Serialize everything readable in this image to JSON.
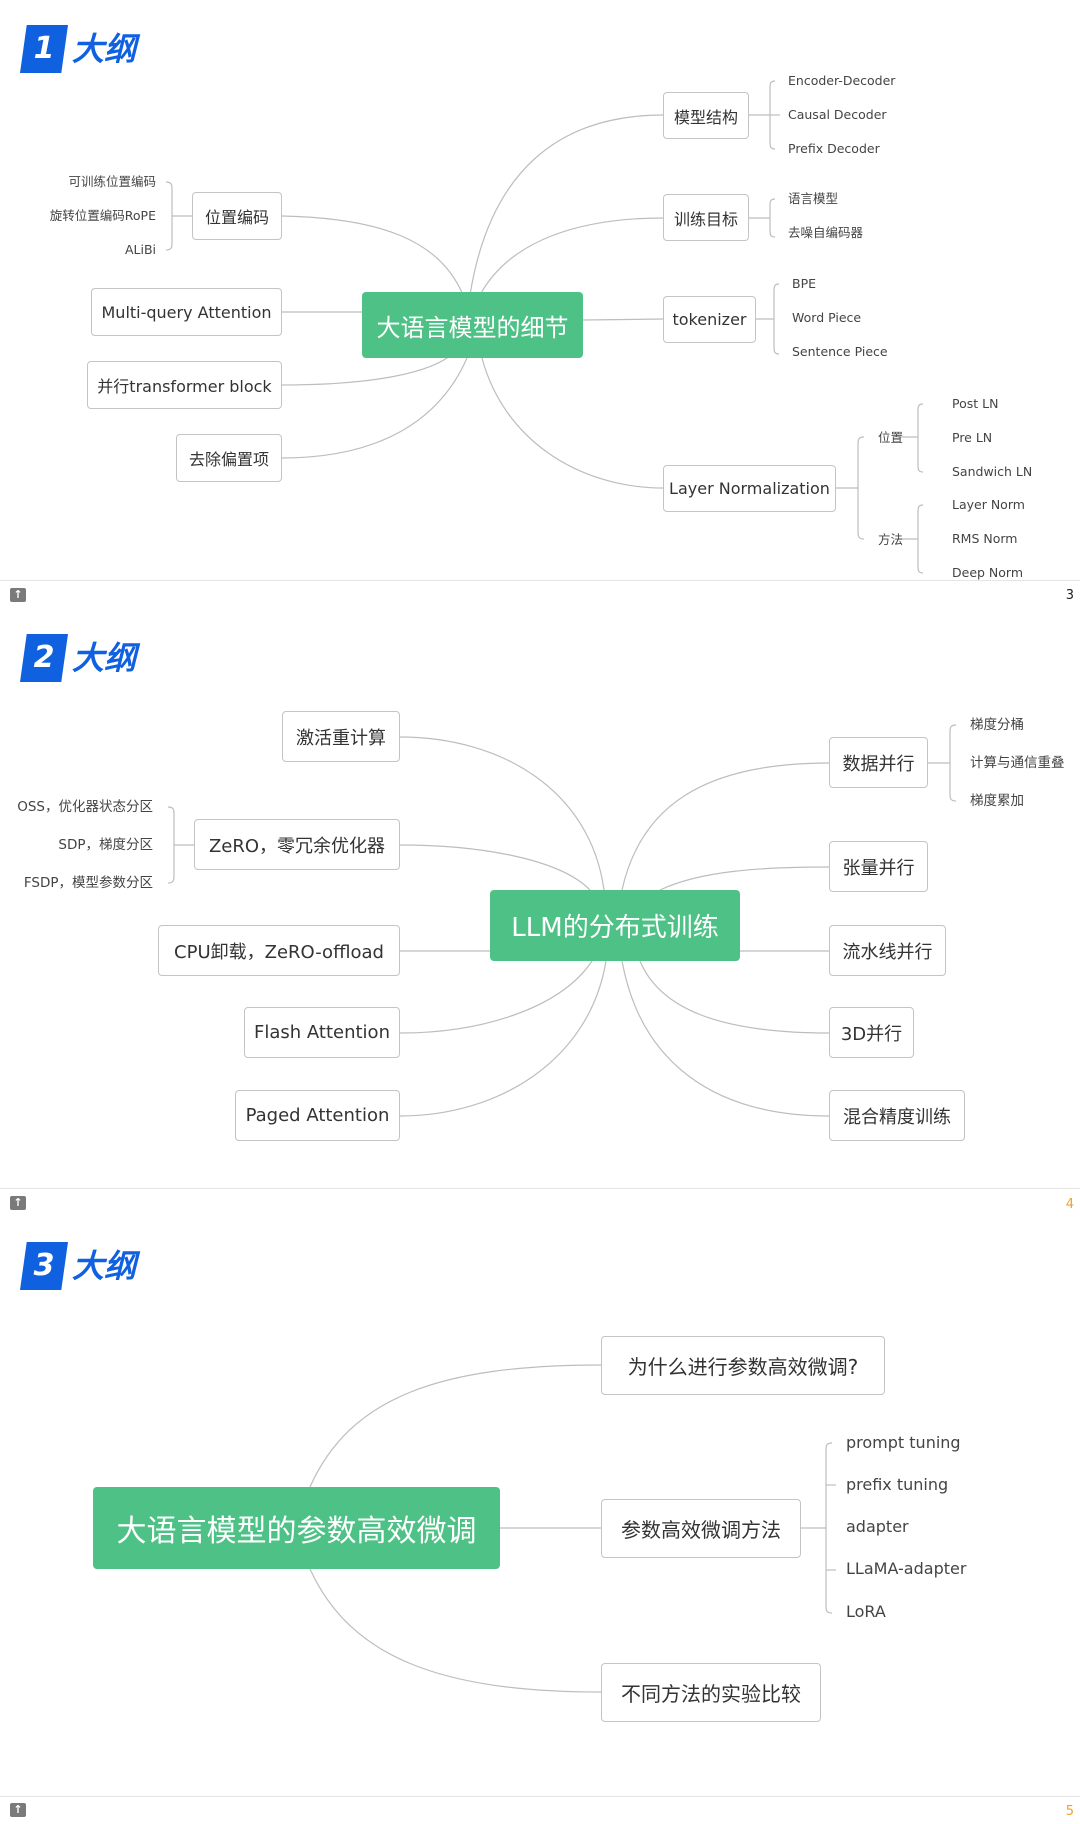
{
  "slides": [
    {
      "number": "1",
      "title": "大纲",
      "page": "3",
      "root": "大语言模型的细节",
      "nodes": {
        "model_structure": "模型结构",
        "training_objective": "训练目标",
        "tokenizer": "tokenizer",
        "layer_norm": "Layer Normalization",
        "position_encoding": "位置编码",
        "mqa": "Multi-query Attention",
        "parallel_block": "并行transformer block",
        "remove_bias": "去除偏置项"
      },
      "leaves": {
        "model_structure": [
          "Encoder-Decoder",
          "Causal Decoder",
          "Prefix Decoder"
        ],
        "training_objective": [
          "语言模型",
          "去噪自编码器"
        ],
        "tokenizer": [
          "BPE",
          "Word Piece",
          "Sentence Piece"
        ],
        "position_encoding": [
          "可训练位置编码",
          "旋转位置编码RoPE",
          "ALiBi"
        ],
        "ln_position_label": "位置",
        "ln_position": [
          "Post LN",
          "Pre LN",
          "Sandwich LN"
        ],
        "ln_method_label": "方法",
        "ln_method": [
          "Layer Norm",
          "RMS Norm",
          "Deep Norm"
        ]
      }
    },
    {
      "number": "2",
      "title": "大纲",
      "page": "4",
      "root": "LLM的分布式训练",
      "nodes": {
        "recompute": "激活重计算",
        "zero": "ZeRO，零冗余优化器",
        "cpu_offload": "CPU卸载，ZeRO-offload",
        "flash": "Flash Attention",
        "paged": "Paged Attention",
        "data_parallel": "数据并行",
        "tensor_parallel": "张量并行",
        "pipeline": "流水线并行",
        "p3d": "3D并行",
        "mixed": "混合精度训练"
      },
      "leaves": {
        "zero": [
          "OSS，优化器状态分区",
          "SDP，梯度分区",
          "FSDP，模型参数分区"
        ],
        "data_parallel": [
          "梯度分桶",
          "计算与通信重叠",
          "梯度累加"
        ]
      }
    },
    {
      "number": "3",
      "title": "大纲",
      "page": "5",
      "root": "大语言模型的参数高效微调",
      "nodes": {
        "why": "为什么进行参数高效微调?",
        "methods": "参数高效微调方法",
        "compare": "不同方法的实验比较"
      },
      "leaves": {
        "methods": [
          "prompt tuning",
          "prefix tuning",
          "adapter",
          "LLaMA-adapter",
          "LoRA"
        ]
      }
    }
  ],
  "colors": {
    "accent": "#1061e0",
    "root": "#4ec286",
    "border": "#c4c4c4",
    "line": "#bdbdbd",
    "page_orange": "#f0a030"
  }
}
